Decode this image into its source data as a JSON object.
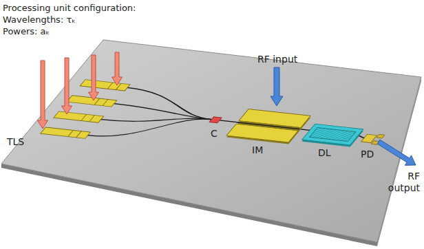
{
  "diagram": {
    "labels": [
      "Processing unit configuration:",
      "Wavelengths: τₖ",
      "Powers: aₖ",
      "RF input",
      "TLS",
      "C",
      "IM",
      "DL",
      "PD",
      "RF output"
    ]
  }
}
